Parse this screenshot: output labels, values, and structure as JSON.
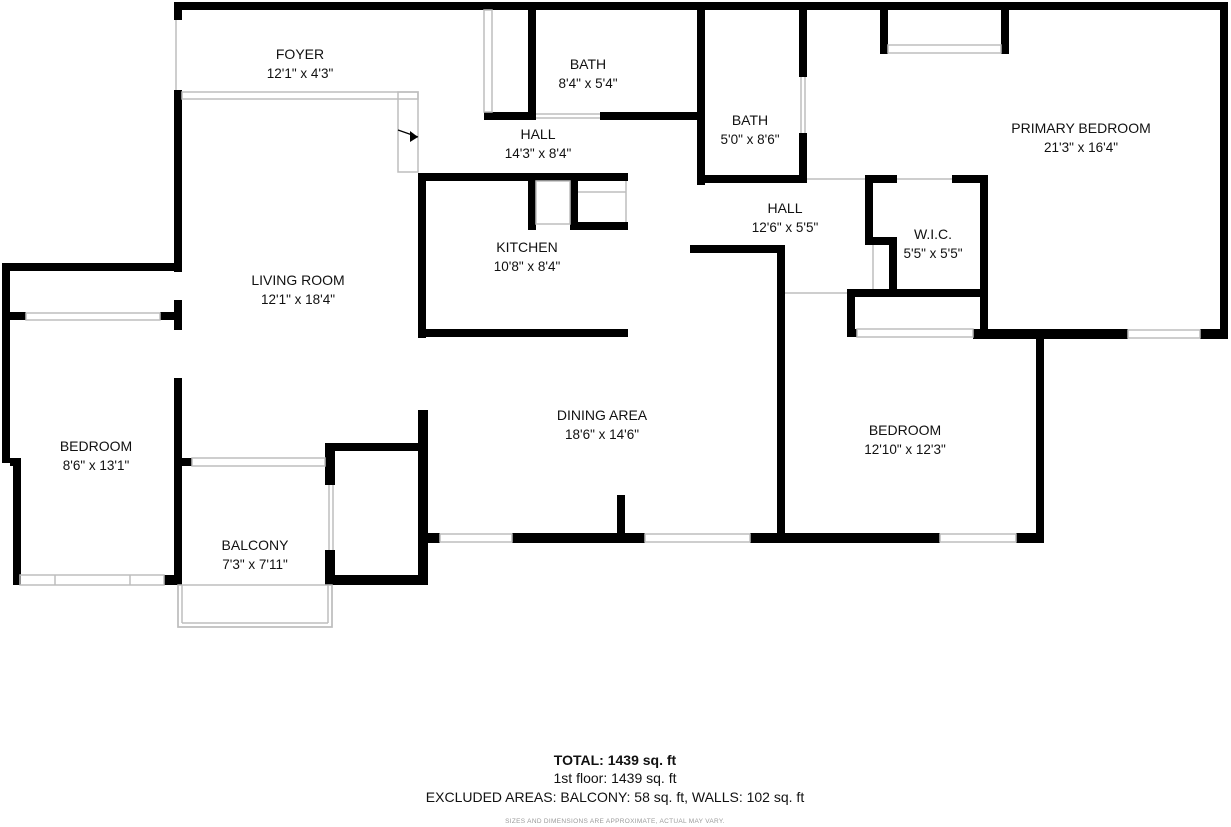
{
  "rooms": {
    "foyer": {
      "name": "FOYER",
      "dims": "12'1\" x 4'3\""
    },
    "bath_1": {
      "name": "BATH",
      "dims": "8'4\" x 5'4\""
    },
    "bath_2": {
      "name": "BATH",
      "dims": "5'0\" x 8'6\""
    },
    "primary_bedroom": {
      "name": "PRIMARY BEDROOM",
      "dims": "21'3\" x 16'4\""
    },
    "hall_1": {
      "name": "HALL",
      "dims": "14'3\" x 8'4\""
    },
    "hall_2": {
      "name": "HALL",
      "dims": "12'6\" x 5'5\""
    },
    "wic": {
      "name": "W.I.C.",
      "dims": "5'5\" x 5'5\""
    },
    "kitchen": {
      "name": "KITCHEN",
      "dims": "10'8\" x 8'4\""
    },
    "living_room": {
      "name": "LIVING ROOM",
      "dims": "12'1\" x 18'4\""
    },
    "dining_area": {
      "name": "DINING AREA",
      "dims": "18'6\" x 14'6\""
    },
    "bedroom_1": {
      "name": "BEDROOM",
      "dims": "8'6\" x 13'1\""
    },
    "bedroom_2": {
      "name": "BEDROOM",
      "dims": "12'10\" x 12'3\""
    },
    "balcony": {
      "name": "BALCONY",
      "dims": "7'3\" x 7'11\""
    }
  },
  "summary": {
    "total_label": "TOTAL:",
    "total_value": "1439 sq. ft",
    "floor_line": "1st floor: 1439 sq. ft",
    "excluded_line": "EXCLUDED AREAS: BALCONY: 58 sq. ft, WALLS: 102 sq. ft",
    "disclaimer": "SIZES AND DIMENSIONS ARE APPROXIMATE, ACTUAL MAY VARY."
  },
  "colors": {
    "wall": "#000000",
    "window_frame": "#bdbdbd",
    "text": "#111111",
    "disclaimer": "#9a9a9a"
  }
}
